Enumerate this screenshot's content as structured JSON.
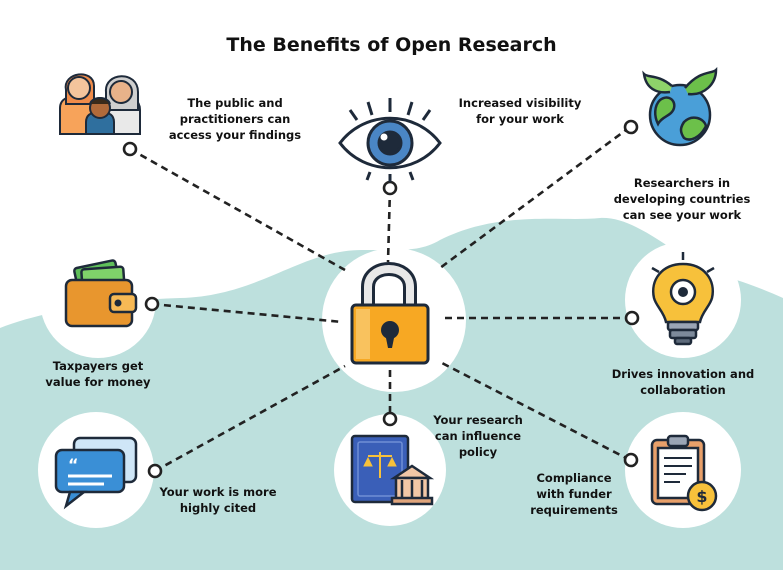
{
  "title": "The Benefits of Open Research",
  "benefits": [
    {
      "id": "public",
      "label": [
        "The public and",
        "practitioners can",
        "access your findings"
      ],
      "icon": "family-icon"
    },
    {
      "id": "visibility",
      "label": [
        "Increased visibility",
        "for your work"
      ],
      "icon": "eye-icon"
    },
    {
      "id": "developing",
      "label": [
        "Researchers in",
        "developing countries",
        "can see your work"
      ],
      "icon": "globe-icon"
    },
    {
      "id": "taxpayers",
      "label": [
        "Taxpayers get",
        "value for money"
      ],
      "icon": "wallet-icon"
    },
    {
      "id": "innovation",
      "label": [
        "Drives innovation and",
        "collaboration"
      ],
      "icon": "lightbulb-icon"
    },
    {
      "id": "cited",
      "label": [
        "Your work is more",
        "highly cited"
      ],
      "icon": "speech-bubbles-icon"
    },
    {
      "id": "policy",
      "label": [
        "Your research",
        "can influence",
        "policy"
      ],
      "icon": "law-book-icon"
    },
    {
      "id": "compliance",
      "label": [
        "Compliance",
        "with funder",
        "requirements"
      ],
      "icon": "clipboard-icon"
    }
  ],
  "center": {
    "icon": "open-padlock-icon"
  },
  "colors": {
    "sea": "#bde0dd",
    "lock": "#f7a823",
    "outline": "#1e2a3a",
    "dashed": "#222222"
  }
}
